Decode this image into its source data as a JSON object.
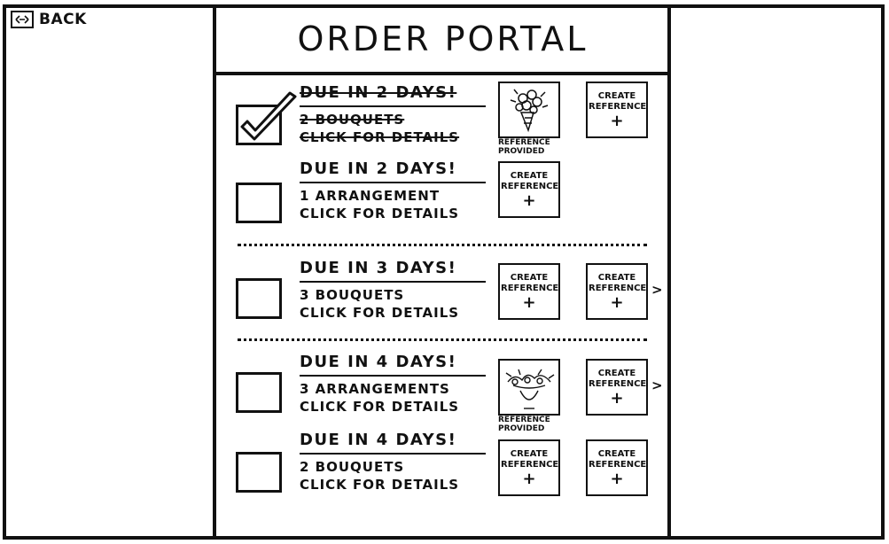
{
  "nav": {
    "back_label": "BACK"
  },
  "page": {
    "title": "ORDER PORTAL"
  },
  "orders": [
    {
      "due": "DUE IN 2 DAYS!",
      "quantity": "2 BOUQUETS",
      "details": "CLICK FOR DETAILS",
      "completed": true,
      "reference_caption": "REFERENCE PROVIDED",
      "create_label": "CREATE REFERENCE",
      "create_symbol": "+"
    },
    {
      "due": "DUE IN 2 DAYS!",
      "quantity": "1 ARRANGEMENT",
      "details": "CLICK FOR DETAILS",
      "completed": false,
      "create_label": "CREATE REFERENCE",
      "create_symbol": "+"
    },
    {
      "due": "DUE IN 3 DAYS!",
      "quantity": "3 BOUQUETS",
      "details": "CLICK FOR DETAILS",
      "completed": false,
      "create_label": "CREATE REFERENCE",
      "create_symbol": "+",
      "more_symbol": ">"
    },
    {
      "due": "DUE IN 4 DAYS!",
      "quantity": "3 ARRANGEMENTS",
      "details": "CLICK FOR DETAILS",
      "completed": false,
      "reference_caption": "REFERENCE PROVIDED",
      "create_label": "CREATE REFERENCE",
      "create_symbol": "+",
      "more_symbol": ">"
    },
    {
      "due": "DUE IN 4 DAYS!",
      "quantity": "2 BOUQUETS",
      "details": "CLICK FOR DETAILS",
      "completed": false,
      "create_label": "CREATE REFERENCE",
      "create_symbol": "+"
    }
  ],
  "icons": {
    "back": "image-frame-icon",
    "check": "checkmark-icon",
    "bouquet": "bouquet-sketch-icon",
    "arrangement": "arrangement-sketch-icon"
  },
  "colors": {
    "ink": "#111111",
    "paper": "#ffffff"
  }
}
